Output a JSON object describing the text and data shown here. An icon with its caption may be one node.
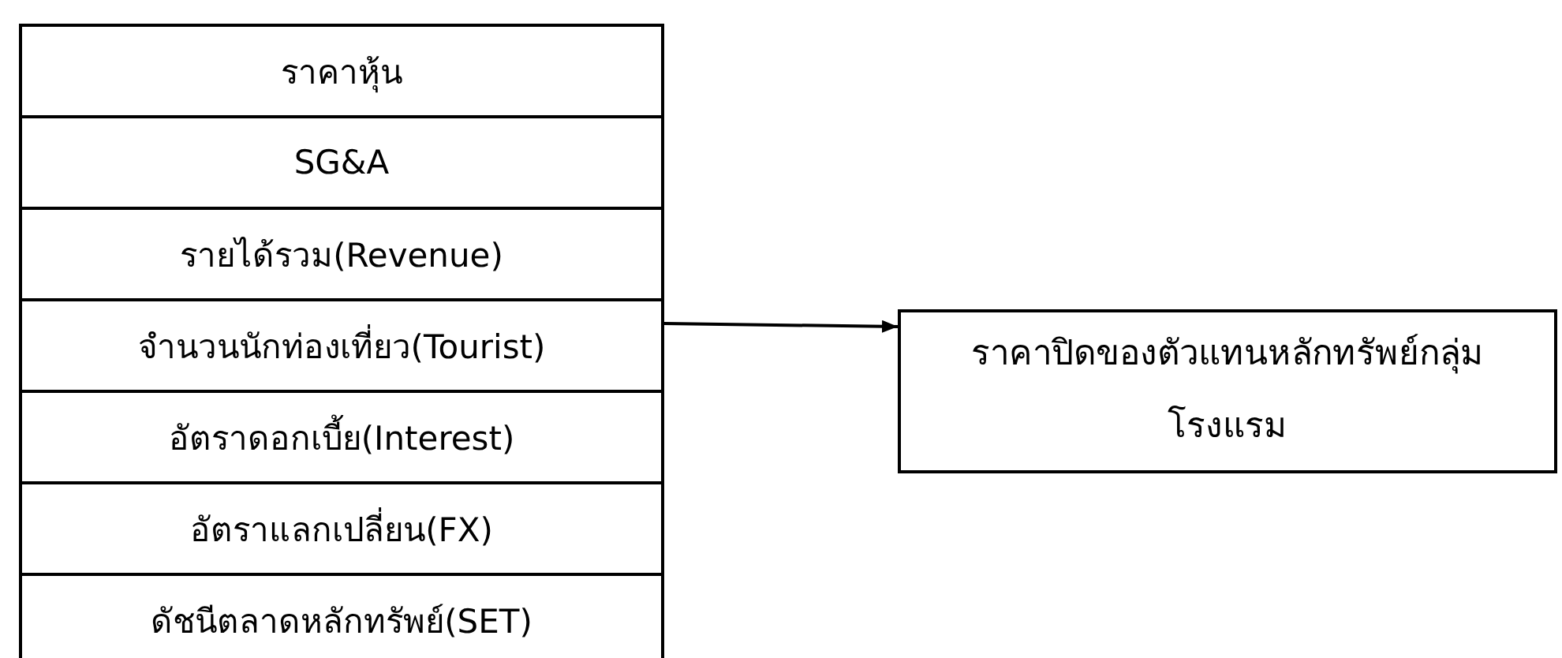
{
  "diagram": {
    "nodes": [
      {
        "text": [],
        "shape": "box"
      },
      {
        "text": [
          "ราคาหุ้น"
        ],
        "in": 0
      },
      {
        "text": [
          "SG&A"
        ],
        "in": 0
      },
      {
        "text": [
          "รายได้รวม(Revenue)"
        ],
        "in": 0
      },
      {
        "text": [
          "จำนวนนักท่องเที่ยว(Tourist)"
        ],
        "in": 0
      },
      {
        "text": [
          "อัตราดอกเบี้ย(Interest)"
        ],
        "in": 0
      },
      {
        "text": [
          "อัตราแลกเปลี่ยน(FX)"
        ],
        "in": 0
      },
      {
        "text": [
          "ดัชนีตลาดหลักทรัพย์(SET)"
        ],
        "in": 0
      },
      {
        "text": [
          "ราคาปิดของตัวแทนหลักทรัพย์กลุ่มโรงแรม"
        ]
      }
    ],
    "edges": [
      {
        "from": 0,
        "to": 8,
        "arrow": "to"
      }
    ]
  }
}
